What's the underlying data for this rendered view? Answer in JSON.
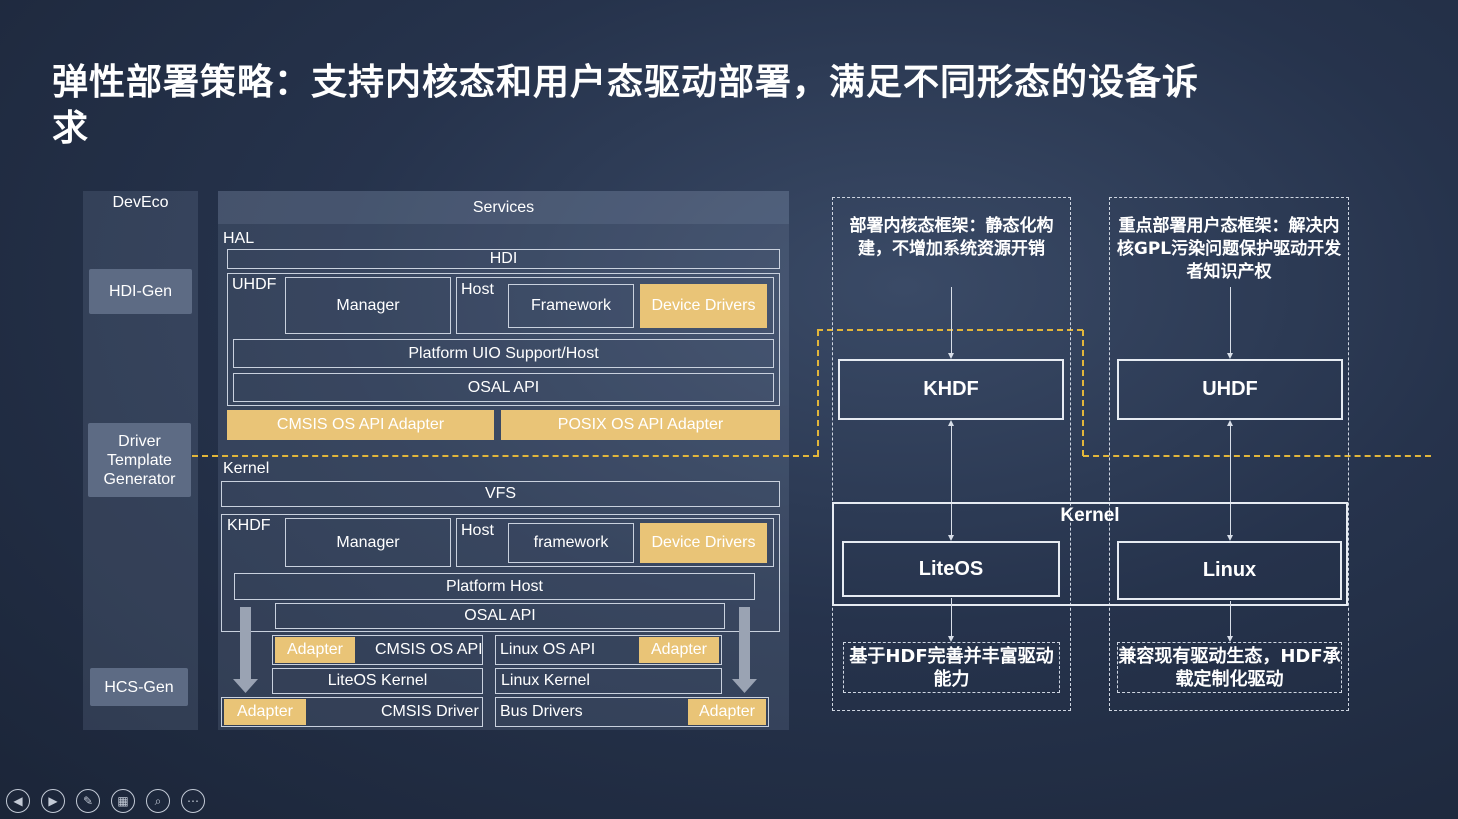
{
  "title": "弹性部署策略：支持内核态和用户态驱动部署，满足不同形态的设备诉求",
  "deveco": {
    "header": "DevEco",
    "hdi_gen": "HDI-Gen",
    "driver_template": "Driver Template Generator",
    "hcs_gen": "HCS-Gen"
  },
  "arch": {
    "services": "Services",
    "hal": "HAL",
    "hdi": "HDI",
    "uhdf": "UHDF",
    "uhdf_manager": "Manager",
    "uhdf_host": "Host",
    "uhdf_framework": "Framework",
    "uhdf_device_drivers": "Device Drivers",
    "platform_uio": "Platform UIO Support/Host",
    "osal_api_user": "OSAL API",
    "cmsis_adapter": "CMSIS OS API Adapter",
    "posix_adapter": "POSIX OS API Adapter",
    "kernel": "Kernel",
    "vfs": "VFS",
    "khdf": "KHDF",
    "khdf_manager": "Manager",
    "khdf_host": "Host",
    "khdf_framework": "framework",
    "khdf_device_drivers": "Device Drivers",
    "platform_host": "Platform Host",
    "osal_api_kernel": "OSAL API",
    "adapter1": "Adapter",
    "cmsis_os_api": "CMSIS OS API",
    "linux_os_api": "Linux OS API",
    "adapter2": "Adapter",
    "liteos_kernel": "LiteOS Kernel",
    "linux_kernel": "Linux Kernel",
    "adapter3": "Adapter",
    "cmsis_driver": "CMSIS Driver",
    "bus_drivers": "Bus Drivers",
    "adapter4": "Adapter"
  },
  "deploy": {
    "left_note": "部署内核态框架：静态化构建，不增加系统资源开销",
    "right_note": "重点部署用户态框架：解决内核GPL污染问题保护驱动开发者知识产权",
    "khdf": "KHDF",
    "uhdf": "UHDF",
    "kernel": "Kernel",
    "liteos": "LiteOS",
    "linux": "Linux",
    "left_bottom": "基于HDF完善并丰富驱动能力",
    "right_bottom": "兼容现有驱动生态，HDF承载定制化驱动"
  },
  "nav_icons": [
    "prev-icon",
    "next-icon",
    "pen-icon",
    "slides-icon",
    "zoom-icon",
    "more-icon"
  ]
}
